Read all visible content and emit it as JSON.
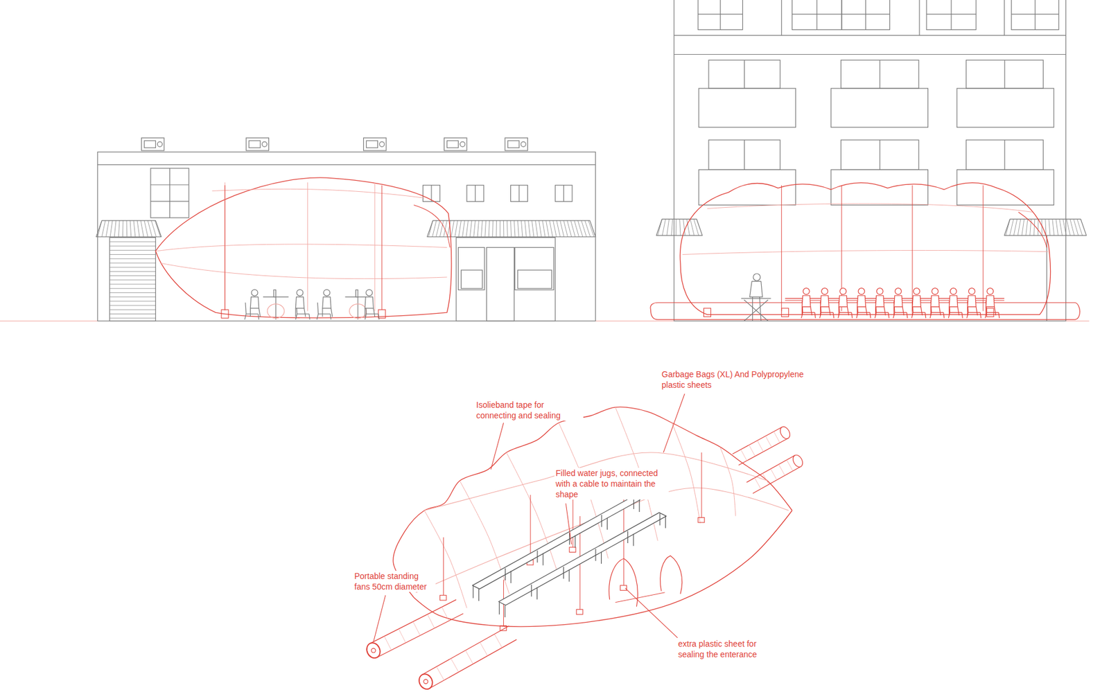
{
  "diagram": {
    "labels": [
      "Garbage Bags (XL) And Polypropylene plastic sheets",
      "Isolieband tape for connecting and sealing",
      "Filled water jugs, connected with a cable to maintain the shape",
      "Portable standing fans 50cm diameter",
      "extra plastic sheet for sealing the enterance"
    ]
  }
}
